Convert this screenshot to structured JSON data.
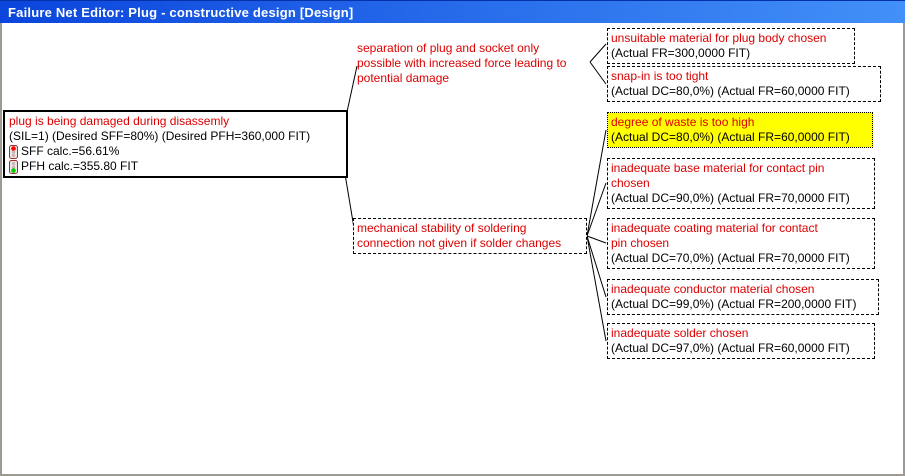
{
  "window": {
    "title": "Failure Net Editor: Plug - constructive design [Design]"
  },
  "root_failure": {
    "title": "plug is being damaged during disassemly",
    "params": "(SIL=1) (Desired SFF=80%) (Desired PFH=360,000 FIT)",
    "sff_calc": "SFF calc.=56.61%",
    "pfh_calc": "PFH calc.=355.80 FIT"
  },
  "failure_modes": [
    {
      "text": "separation of plug and socket only\npossible with increased force leading to\npotential damage"
    },
    {
      "text": "mechanical stability of soldering\nconnection not given if solder changes"
    }
  ],
  "failure_causes": [
    {
      "label": "unsuitable material for plug body chosen",
      "value": "(Actual FR=300,0000 FIT)",
      "highlighted": false
    },
    {
      "label": "snap-in is too tight",
      "value": "(Actual DC=80,0%) (Actual FR=60,0000 FIT)",
      "highlighted": false
    },
    {
      "label": "degree of waste is too high",
      "value": "(Actual DC=80,0%) (Actual FR=60,0000 FIT)",
      "highlighted": true
    },
    {
      "label": "inadequate base material for contact pin\nchosen",
      "value": "(Actual DC=90,0%) (Actual FR=70,0000 FIT)",
      "highlighted": false
    },
    {
      "label": "inadequate coating material for contact\npin chosen",
      "value": "(Actual DC=70,0%) (Actual FR=70,0000 FIT)",
      "highlighted": false
    },
    {
      "label": "inadequate conductor material chosen",
      "value": "(Actual DC=99,0%) (Actual FR=200,0000 FIT)",
      "highlighted": false
    },
    {
      "label": "inadequate solder chosen",
      "value": "(Actual DC=97,0%) (Actual FR=60,0000 FIT)",
      "highlighted": false
    }
  ],
  "icons": {
    "sff_status": "traffic-light-red",
    "pfh_status": "traffic-light-green"
  },
  "colors": {
    "titlebar_gradient_start": "#0b45dc",
    "titlebar_gradient_end": "#4290f8",
    "failure_text_red": "#dd0000",
    "highlight_yellow": "#ffff00",
    "window_border_gray": "#9d9a93"
  }
}
